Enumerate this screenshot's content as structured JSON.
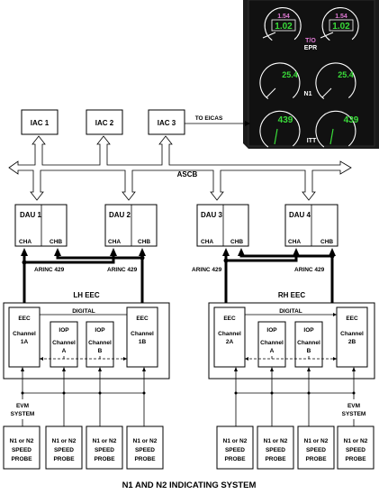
{
  "display": {
    "epr_gauges": [
      {
        "target": "1.54",
        "value": "1.02"
      },
      {
        "target": "1.54",
        "value": "1.02"
      }
    ],
    "to_label": "T/O",
    "epr_label": "EPR",
    "n1_gauges": [
      {
        "value": "25.4"
      },
      {
        "value": "25.4"
      }
    ],
    "n1_label": "N1",
    "itt_gauges": [
      {
        "value": "439"
      },
      {
        "value": "439"
      }
    ],
    "itt_label": "ITT",
    "colors": {
      "background": "#1a1a1a",
      "digits": "#3adb3a",
      "target": "#e07ad4",
      "dial": "#ffffff"
    }
  },
  "iacs": [
    "IAC 1",
    "IAC 2",
    "IAC 3"
  ],
  "to_eicas": "TO EICAS",
  "ascb": "ASCB",
  "daus": [
    {
      "name": "DAU 1",
      "cha": "CHA",
      "chb": "CHB"
    },
    {
      "name": "DAU 2",
      "cha": "CHA",
      "chb": "CHB"
    },
    {
      "name": "DAU 3",
      "cha": "CHA",
      "chb": "CHB"
    },
    {
      "name": "DAU 4",
      "cha": "CHA",
      "chb": "CHB"
    }
  ],
  "arinc": [
    "ARINC 429",
    "ARINC 429",
    "ARINC 429",
    "ARINC 429"
  ],
  "eecs": [
    {
      "title": "LH EEC",
      "digital": "DIGITAL",
      "ch_a": {
        "line1": "EEC",
        "line2": "Channel",
        "line3": "1A"
      },
      "iop_a": {
        "line1": "IOP",
        "line2": "Channel",
        "line3": "A"
      },
      "iop_b": {
        "line1": "IOP",
        "line2": "Channel",
        "line3": "B"
      },
      "ch_b": {
        "line1": "EEC",
        "line2": "Channel",
        "line3": "1B"
      }
    },
    {
      "title": "RH EEC",
      "digital": "DIGITAL",
      "ch_a": {
        "line1": "EEC",
        "line2": "Channel",
        "line3": "2A"
      },
      "iop_a": {
        "line1": "IOP",
        "line2": "Channel",
        "line3": "A"
      },
      "iop_b": {
        "line1": "IOP",
        "line2": "Channel",
        "line3": "B"
      },
      "ch_b": {
        "line1": "EEC",
        "line2": "Channel",
        "line3": "2B"
      }
    }
  ],
  "evm_left": {
    "line1": "EVM",
    "line2": "SYSTEM"
  },
  "evm_right": {
    "line1": "EVM",
    "line2": "SYSTEM"
  },
  "probe": {
    "line1": "N1 or N2",
    "line2": "SPEED",
    "line3": "PROBE"
  },
  "caption": "N1 AND N2 INDICATING SYSTEM"
}
